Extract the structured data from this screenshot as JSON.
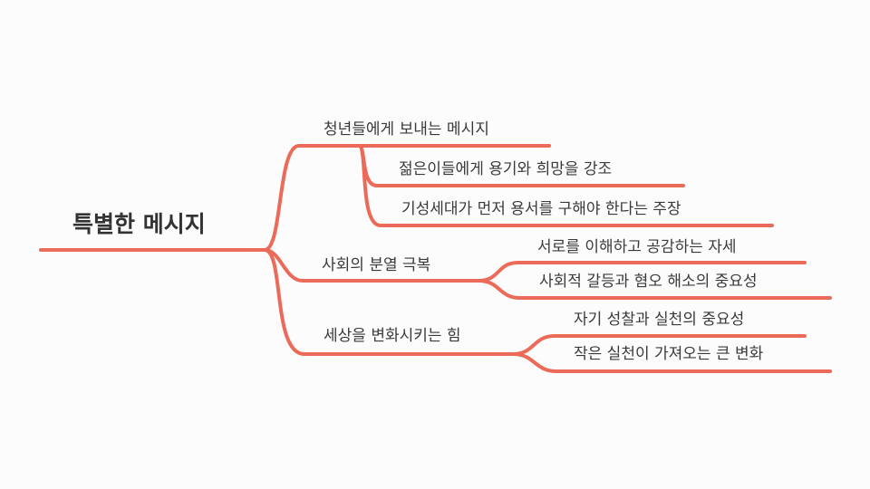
{
  "mindmap": {
    "root": "특별한 메시지",
    "branches": [
      {
        "label": "청년들에게 보내는 메시지",
        "children": [
          "젊은이들에게 용기와 희망을 강조",
          "기성세대가 먼저 용서를 구해야 한다는 주장"
        ]
      },
      {
        "label": "사회의 분열 극복",
        "children": [
          "서로를 이해하고 공감하는 자세",
          "사회적 갈등과 혐오 해소의 중요성"
        ]
      },
      {
        "label": "세상을 변화시키는 힘",
        "children": [
          "자기 성찰과 실천의 중요성",
          "작은 실천이 가져오는 큰 변화"
        ]
      }
    ]
  },
  "colors": {
    "connector": "#ec6a58",
    "text": "#3a3a3a",
    "background": "#fcfcfc"
  }
}
